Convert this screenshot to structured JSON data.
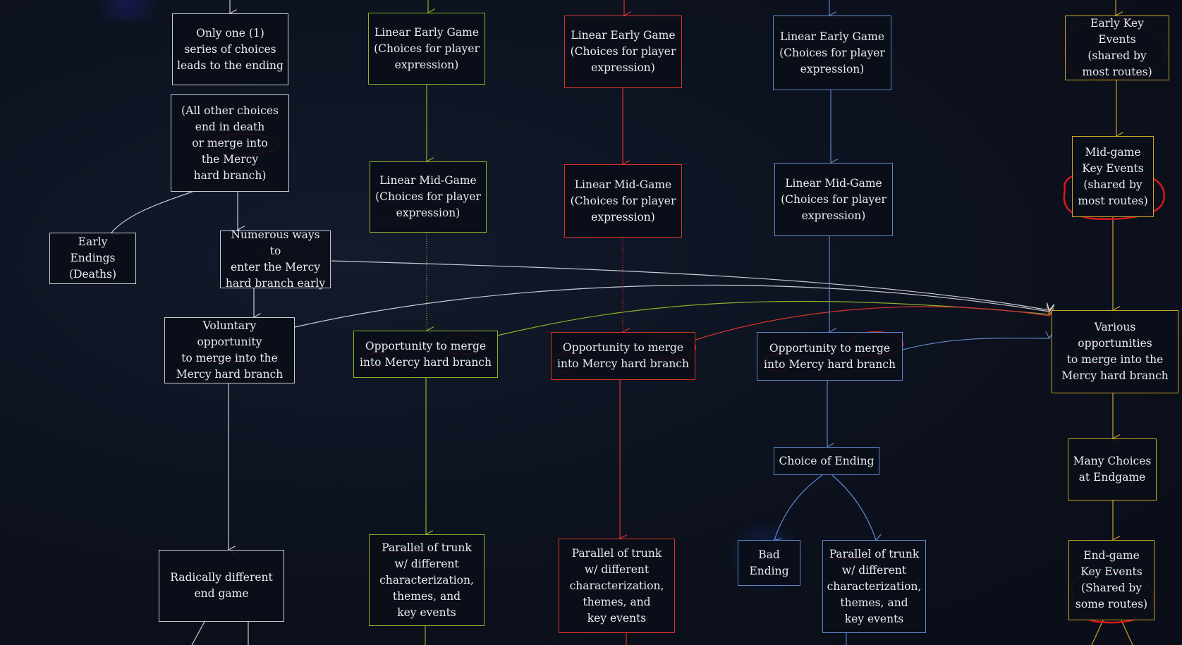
{
  "colors": {
    "white": "#c9ccd3",
    "green": "#8fb02a",
    "red": "#d8332c",
    "blue": "#5f86c9",
    "yellow": "#c9a52a",
    "annotation": "#e0181c"
  },
  "nodes": {
    "only_one": "Only one (1)\nseries of choices\nleads to the ending",
    "all_other": "(All other choices\nend in death\nor merge into\nthe Mercy\nhard branch)",
    "early_endings": "Early Endings\n(Deaths)",
    "numerous_ways": "Numerous ways to\nenter the Mercy\nhard branch early",
    "voluntary": "Voluntary opportunity\nto merge into the\nMercy hard branch",
    "radically": "Radically different\nend game",
    "g_early": "Linear Early Game\n(Choices for player\nexpression)",
    "g_mid": "Linear Mid-Game\n(Choices for player\nexpression)",
    "g_opp": "Opportunity to merge\ninto Mercy hard branch",
    "g_parallel": "Parallel of trunk\nw/ different\ncharacterization,\nthemes, and\nkey events",
    "r_early": "Linear Early Game\n(Choices for player\nexpression)",
    "r_mid": "Linear Mid-Game\n(Choices for player\nexpression)",
    "r_opp": "Opportunity to merge\ninto Mercy hard branch",
    "r_parallel": "Parallel of trunk\nw/ different\ncharacterization,\nthemes, and\nkey events",
    "b_early": "Linear Early Game\n(Choices for player\nexpression)",
    "b_mid": "Linear Mid-Game\n(Choices for player\nexpression)",
    "b_opp": "Opportunity to merge\ninto Mercy hard branch",
    "b_choice": "Choice of Ending",
    "b_bad": "Bad\nEnding",
    "b_parallel": "Parallel of trunk\nw/ different\ncharacterization,\nthemes, and\nkey events",
    "y_early": "Early Key Events\n(shared by\nmost routes)",
    "y_mid": "Mid-game\nKey Events\n(shared by\nmost routes)",
    "y_various": "Various opportunities\nto merge into the\nMercy hard branch",
    "y_many": "Many Choices\nat Endgame",
    "y_end": "End-game\nKey Events\n(Shared by\nsome routes)"
  }
}
